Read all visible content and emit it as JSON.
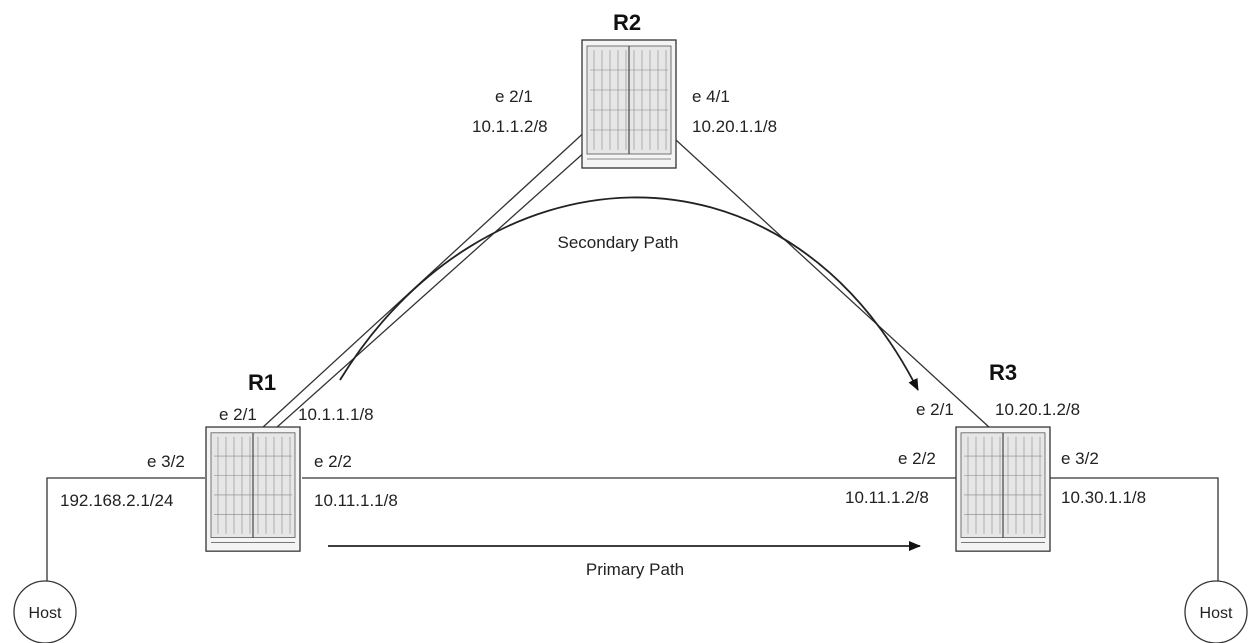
{
  "routers": {
    "r1": {
      "name": "R1",
      "port_top": "e 2/1",
      "ip_top": "10.1.1.1/8",
      "port_left": "e 3/2",
      "ip_left": "192.168.2.1/24",
      "port_right": "e 2/2",
      "ip_right": "10.11.1.1/8"
    },
    "r2": {
      "name": "R2",
      "port_left": "e 2/1",
      "ip_left": "10.1.1.2/8",
      "port_right": "e 4/1",
      "ip_right": "10.20.1.1/8"
    },
    "r3": {
      "name": "R3",
      "port_top": "e 2/1",
      "ip_top": "10.20.1.2/8",
      "port_left": "e 2/2",
      "ip_left": "10.11.1.2/8",
      "port_right": "e 3/2",
      "ip_right": "10.30.1.1/8"
    }
  },
  "paths": {
    "secondary": "Secondary Path",
    "primary": "Primary Path"
  },
  "hosts": {
    "left": "Host",
    "right": "Host"
  }
}
